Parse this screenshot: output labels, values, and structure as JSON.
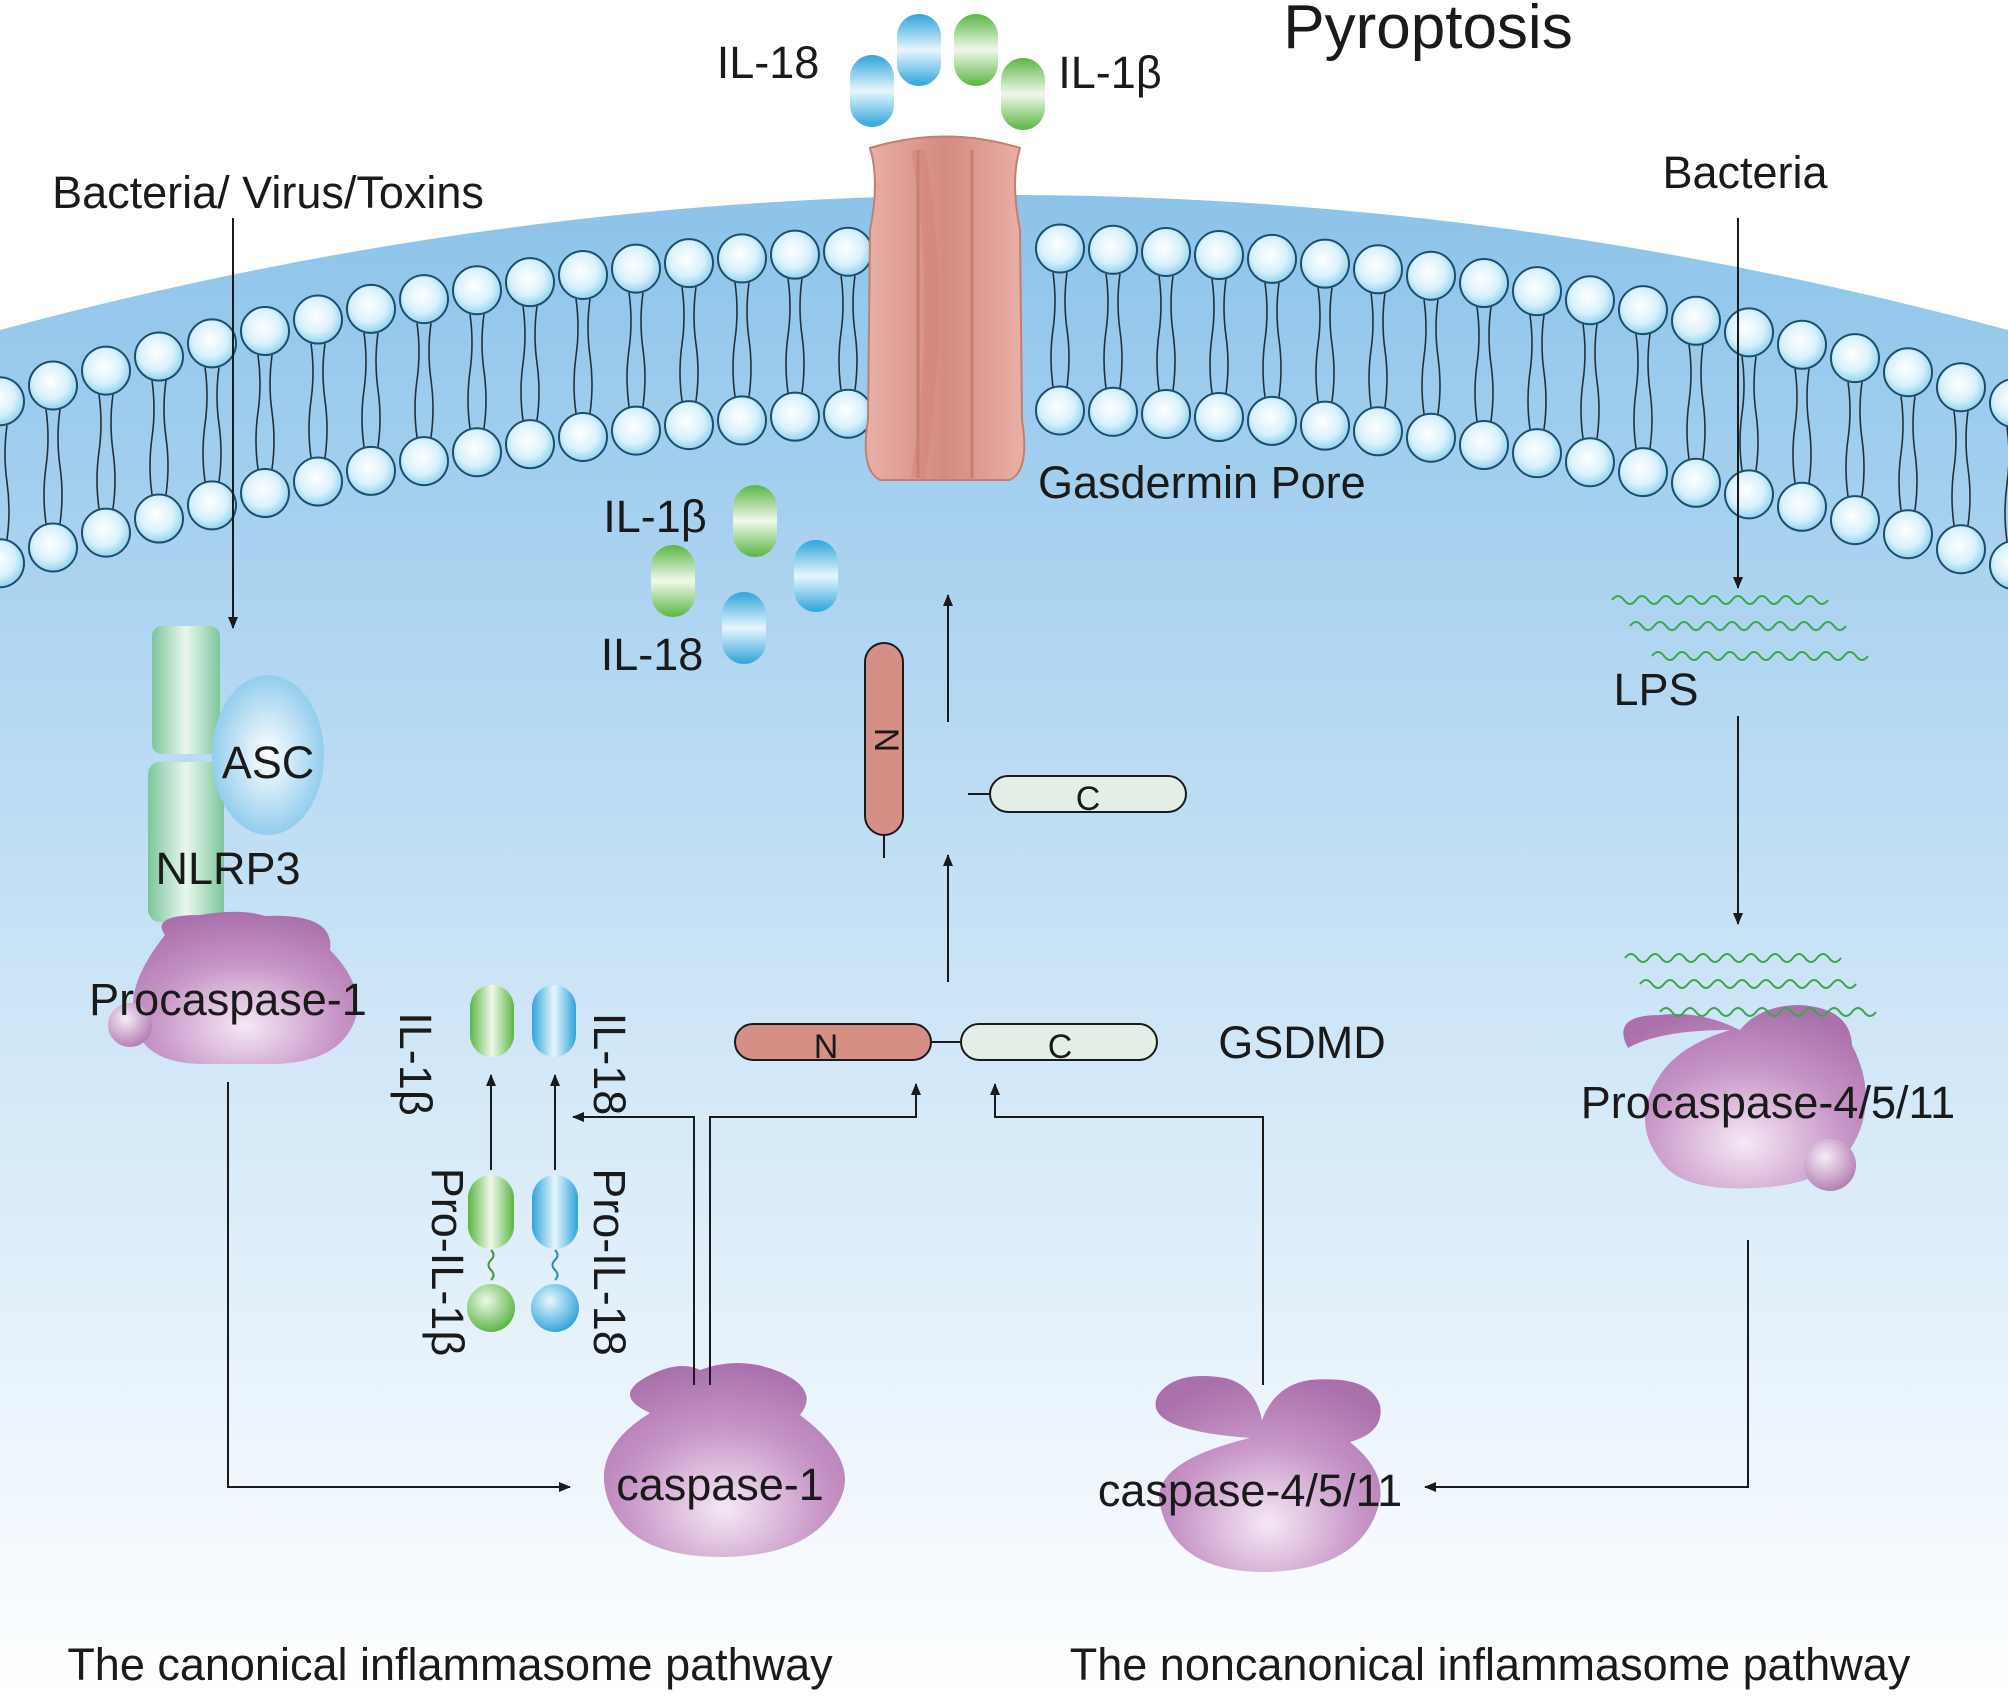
{
  "title": "Pyroptosis",
  "labels": {
    "trigger_left": "Bacteria/ Virus/Toxins",
    "trigger_right": "Bacteria",
    "asc": "ASC",
    "nlrp3": "NLRP3",
    "procaspase_1": "Procaspase-1",
    "caspase_1": "caspase-1",
    "procaspase_4511": "Procaspase-4/5/11",
    "caspase_4511": "caspase-4/5/11",
    "lps": "LPS",
    "gasdermin_pore": "Gasdermin Pore",
    "gsdmd": "GSDMD",
    "il18": "IL-18",
    "il1b": "IL-1β",
    "pro_il18": "Pro-IL-18",
    "pro_il1b": "Pro-IL-1β",
    "domain_n": "N",
    "domain_c": "C",
    "canonical_pathway": "The canonical inflammasome pathway",
    "noncanonical_pathway": "The noncanonical inflammasome pathway"
  },
  "colors": {
    "cytoplasm_top": "#9ccbec",
    "cytoplasm_bottom": "#ffffff",
    "membrane_head": "#c8ecf8",
    "membrane_head_stroke": "#1a4f6e",
    "gasdermin": "#dd9589",
    "il18_blue": "#2aa8dc",
    "il1b_green": "#5cb848",
    "caspase_purple": "#b67fb6",
    "nlrp3_green": "#8fcfa6",
    "asc_blue": "#8ccbed",
    "domain_n": "#d68f84",
    "domain_c": "#e3eee7",
    "lps_green": "#3aa84a"
  }
}
